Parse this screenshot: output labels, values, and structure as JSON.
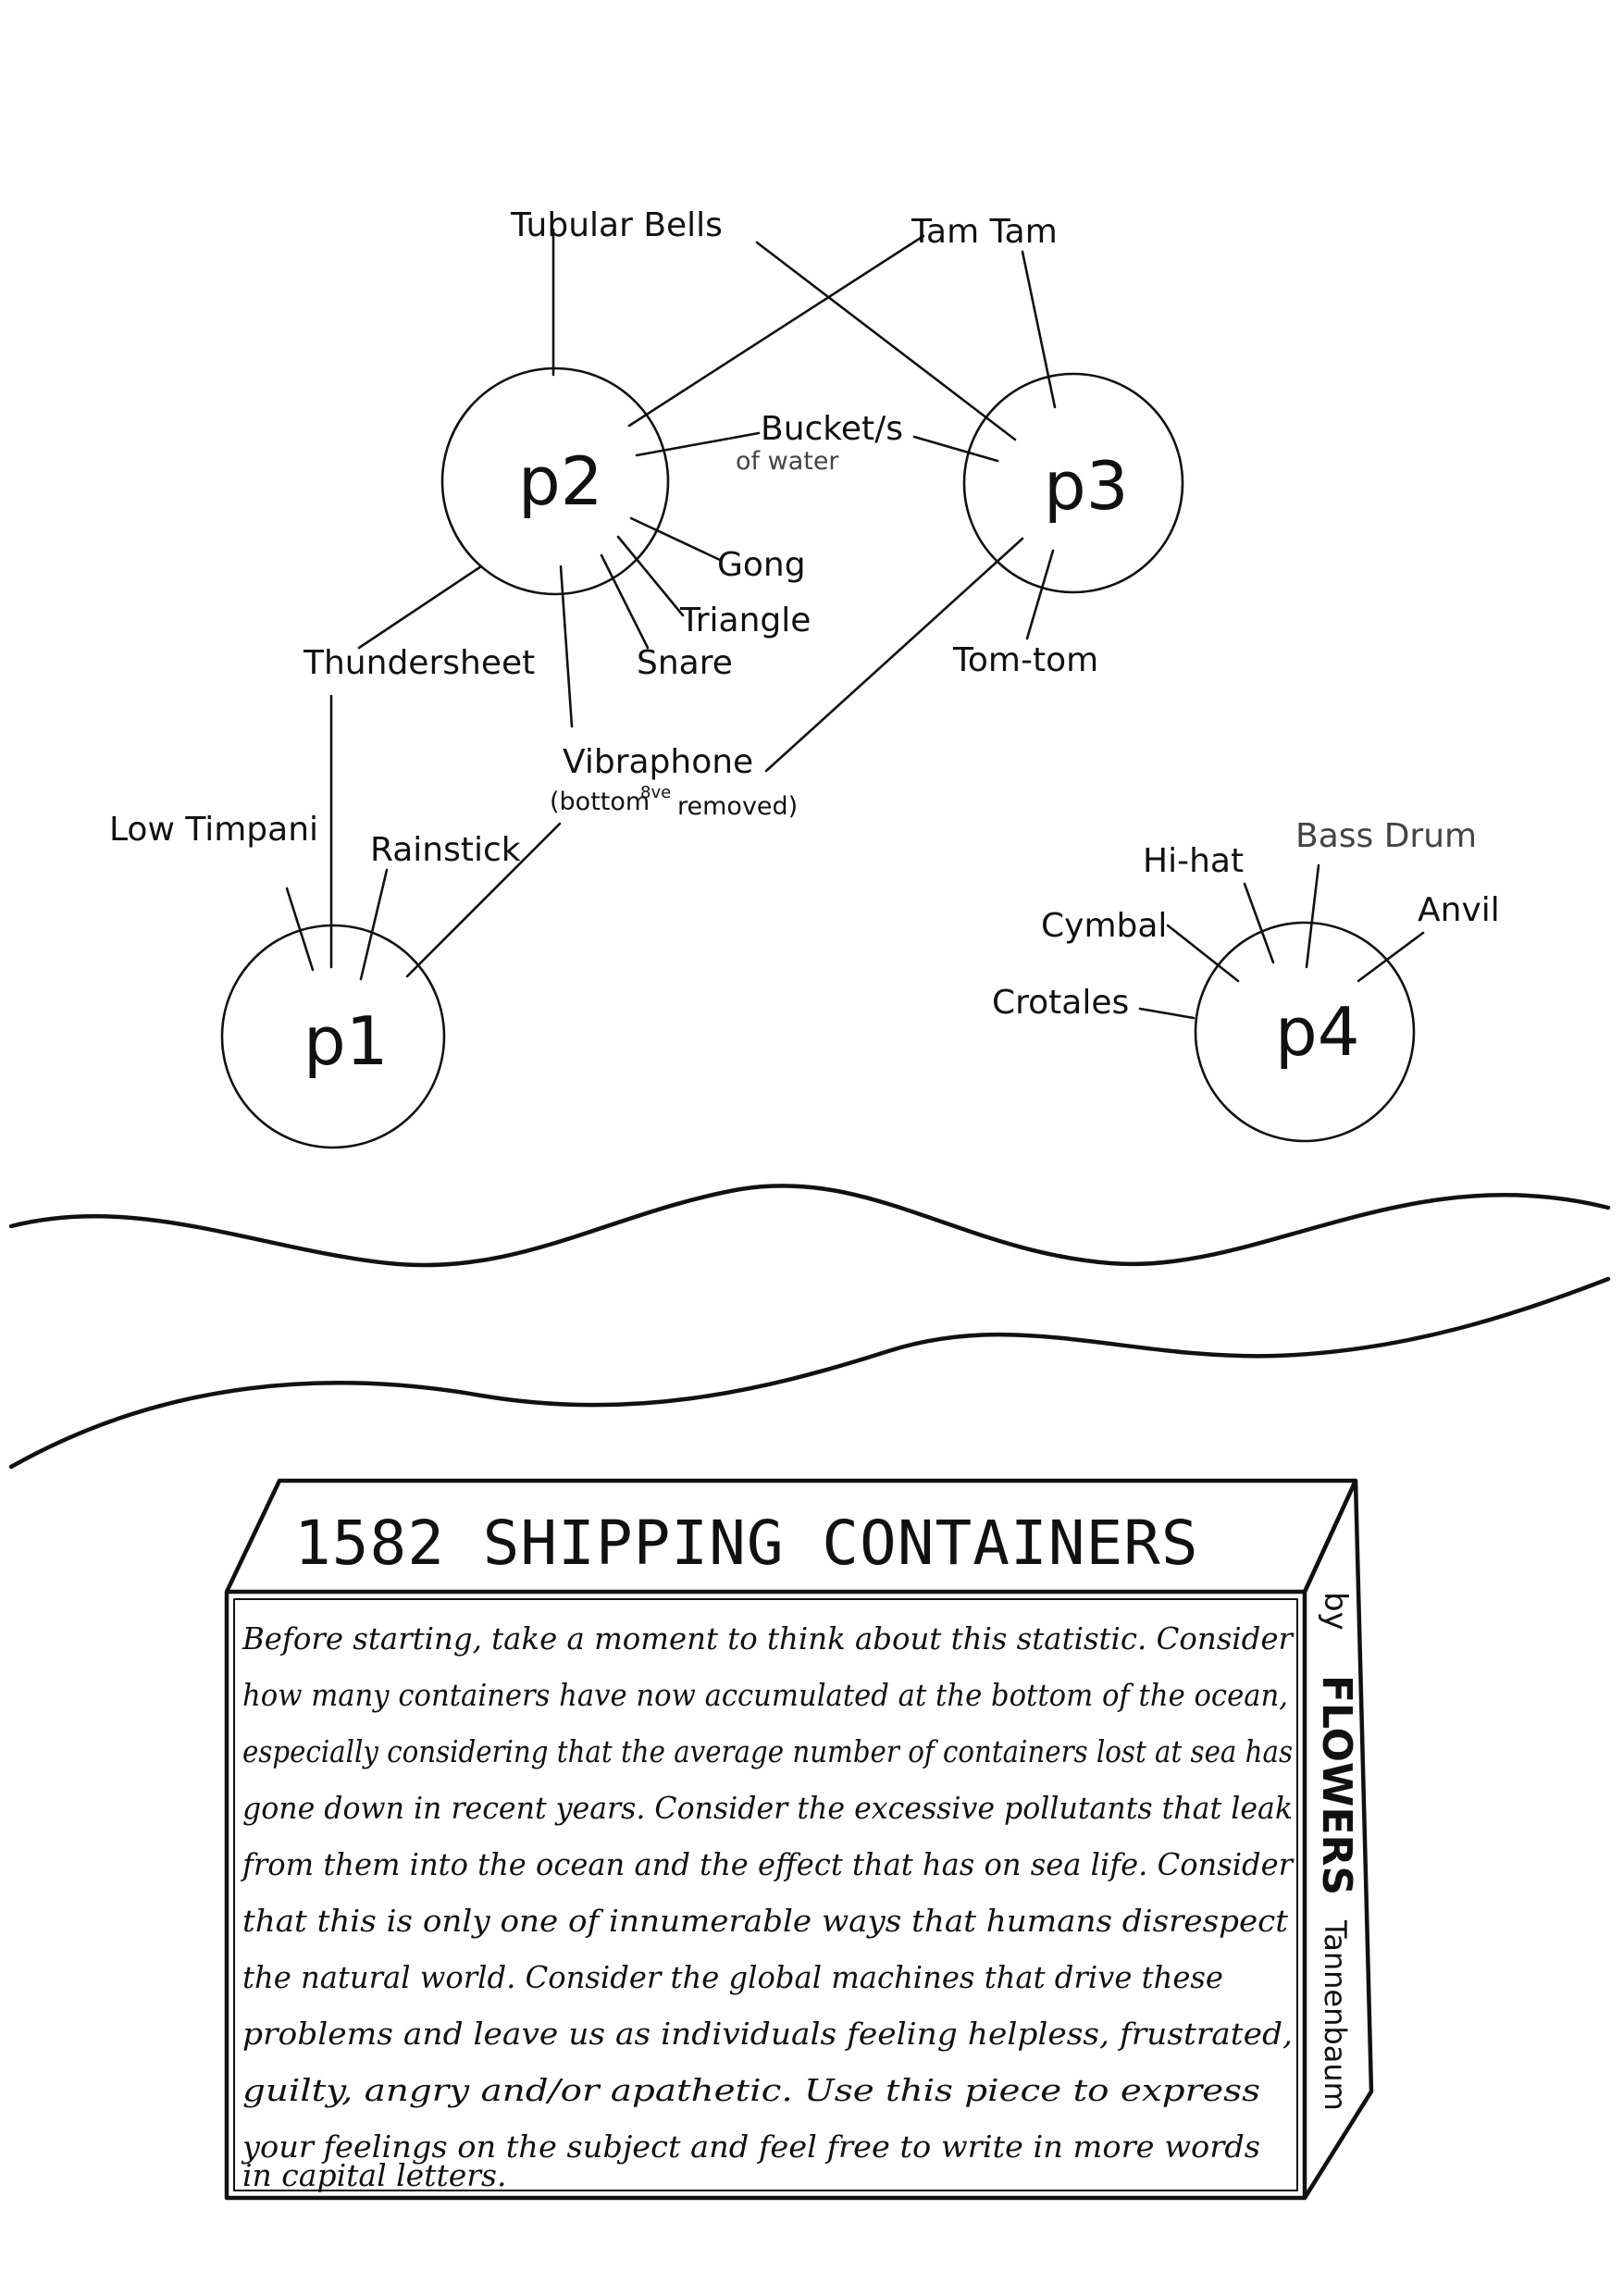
{
  "diagram": {
    "players": [
      {
        "id": "p1",
        "label": "p1"
      },
      {
        "id": "p2",
        "label": "p2"
      },
      {
        "id": "p3",
        "label": "p3"
      },
      {
        "id": "p4",
        "label": "p4"
      }
    ],
    "instruments": {
      "tubular_bells": "Tubular Bells",
      "tam_tam": "Tam Tam",
      "bucket_line1": "Bucket/s",
      "bucket_line2": "of water",
      "gong": "Gong",
      "triangle": "Triangle",
      "snare": "Snare",
      "tom_tom": "Tom-tom",
      "thundersheet": "Thundersheet",
      "vibraphone": "Vibraphone",
      "vibraphone_note_open": "(bottom",
      "vibraphone_note_mid": "8ve",
      "vibraphone_note_close": "removed)",
      "low_timpani": "Low Timpani",
      "rainstick": "Rainstick",
      "hi_hat": "Hi-hat",
      "bass_drum": "Bass Drum",
      "anvil": "Anvil",
      "cymbal": "Cymbal",
      "crotales": "Crotales"
    }
  },
  "container_box": {
    "title": "1582 SHIPPING CONTAINERS",
    "by": "by",
    "author_first": "FLOWERS",
    "author_last": "Tannenbaum",
    "paragraph_lines": [
      "Before starting, take a moment to think about this statistic. Consider",
      "how many containers have now accumulated at the bottom of the ocean,",
      "especially considering that the average number of containers lost at sea has",
      "gone down in recent years. Consider the excessive pollutants that leak",
      "from them into the ocean and the effect that has on sea life. Consider",
      "that this is only one of innumerable ways that humans disrespect",
      "the natural world. Consider the global machines that drive these",
      "problems and leave us as individuals feeling helpless, frustrated,",
      "guilty, angry and/or apathetic. Use this piece to express",
      "your feelings on the subject and feel free to write in more words",
      "in capital letters."
    ]
  }
}
